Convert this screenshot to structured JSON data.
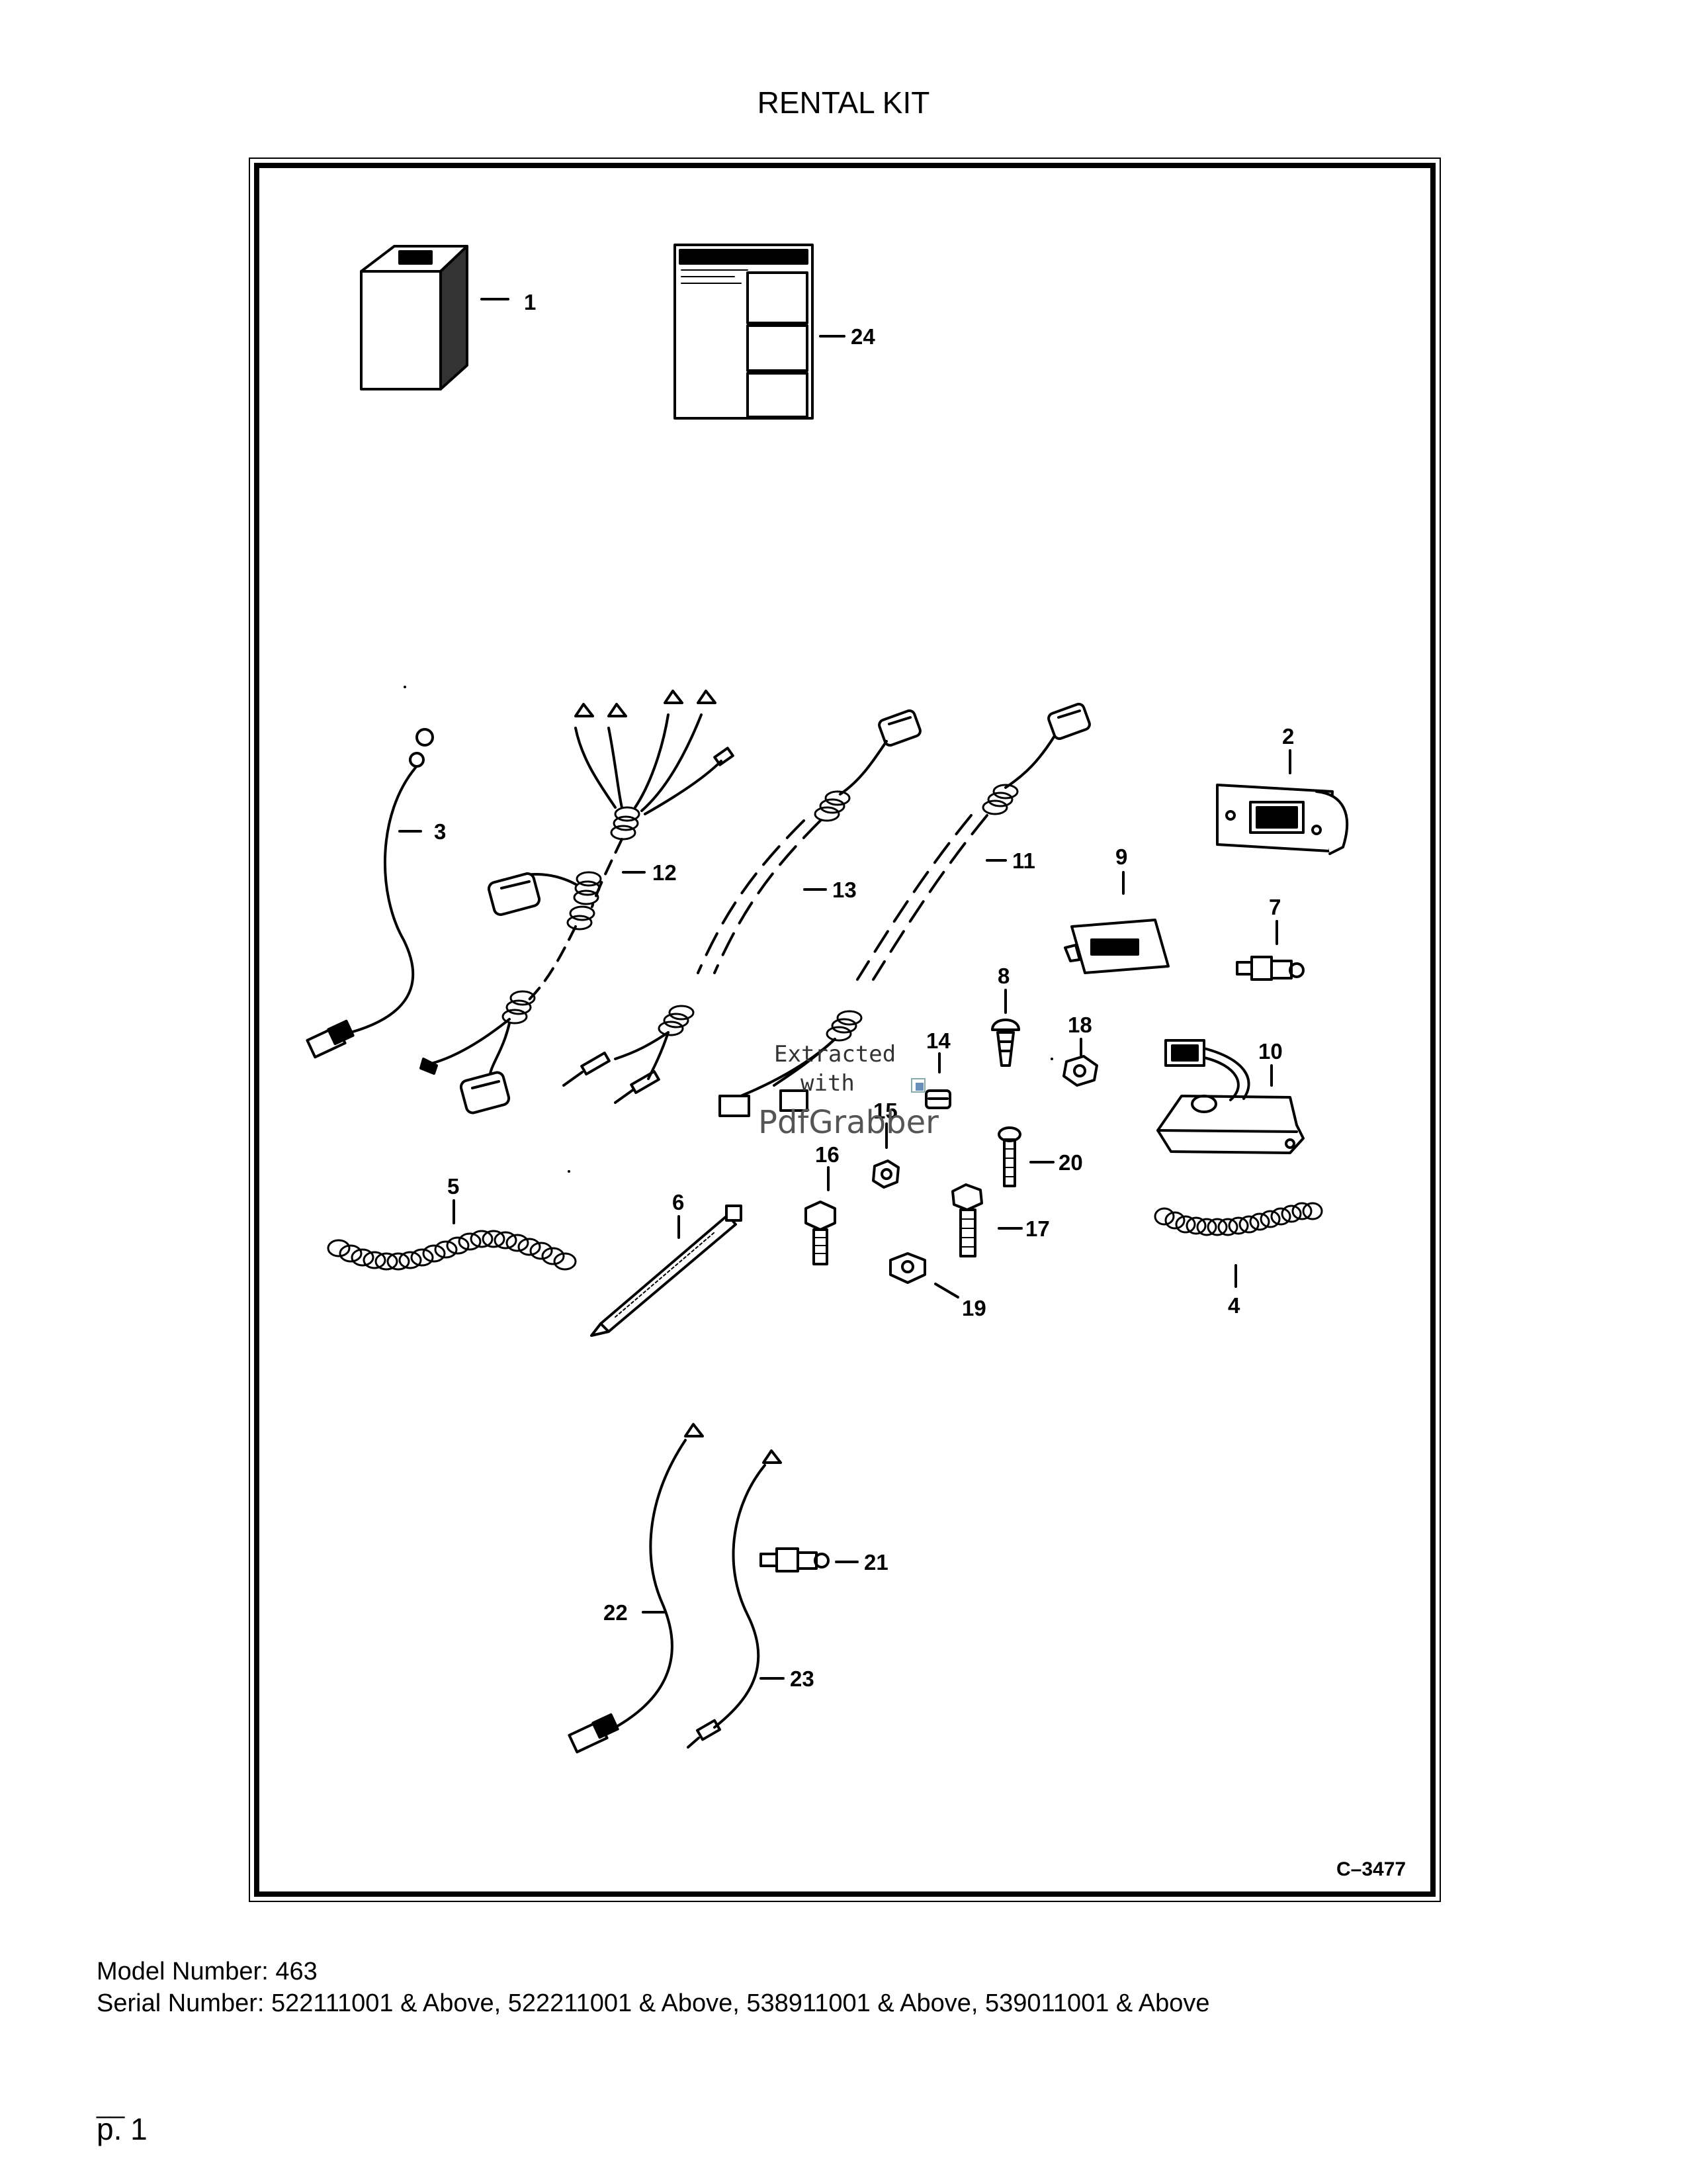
{
  "title": "RENTAL KIT",
  "figure_code": "C–3477",
  "callouts": {
    "c1": "1",
    "c2": "2",
    "c3": "3",
    "c4": "4",
    "c5": "5",
    "c6": "6",
    "c7": "7",
    "c8": "8",
    "c9": "9",
    "c10": "10",
    "c11": "11",
    "c12": "12",
    "c13": "13",
    "c14": "14",
    "c15": "15",
    "c16": "16",
    "c17": "17",
    "c18": "18",
    "c19": "19",
    "c20": "20",
    "c21": "21",
    "c22": "22",
    "c23": "23",
    "c24": "24"
  },
  "watermark": {
    "line1": "Extracted",
    "line2": "with",
    "brand": "PdfGrabber"
  },
  "model_line": "Model Number: 463",
  "serial_line": "Serial Number: 522111001 & Above, 522211001 & Above, 538911001 & Above, 539011001 & Above",
  "page_dash": "__",
  "page_label": "p. 1"
}
